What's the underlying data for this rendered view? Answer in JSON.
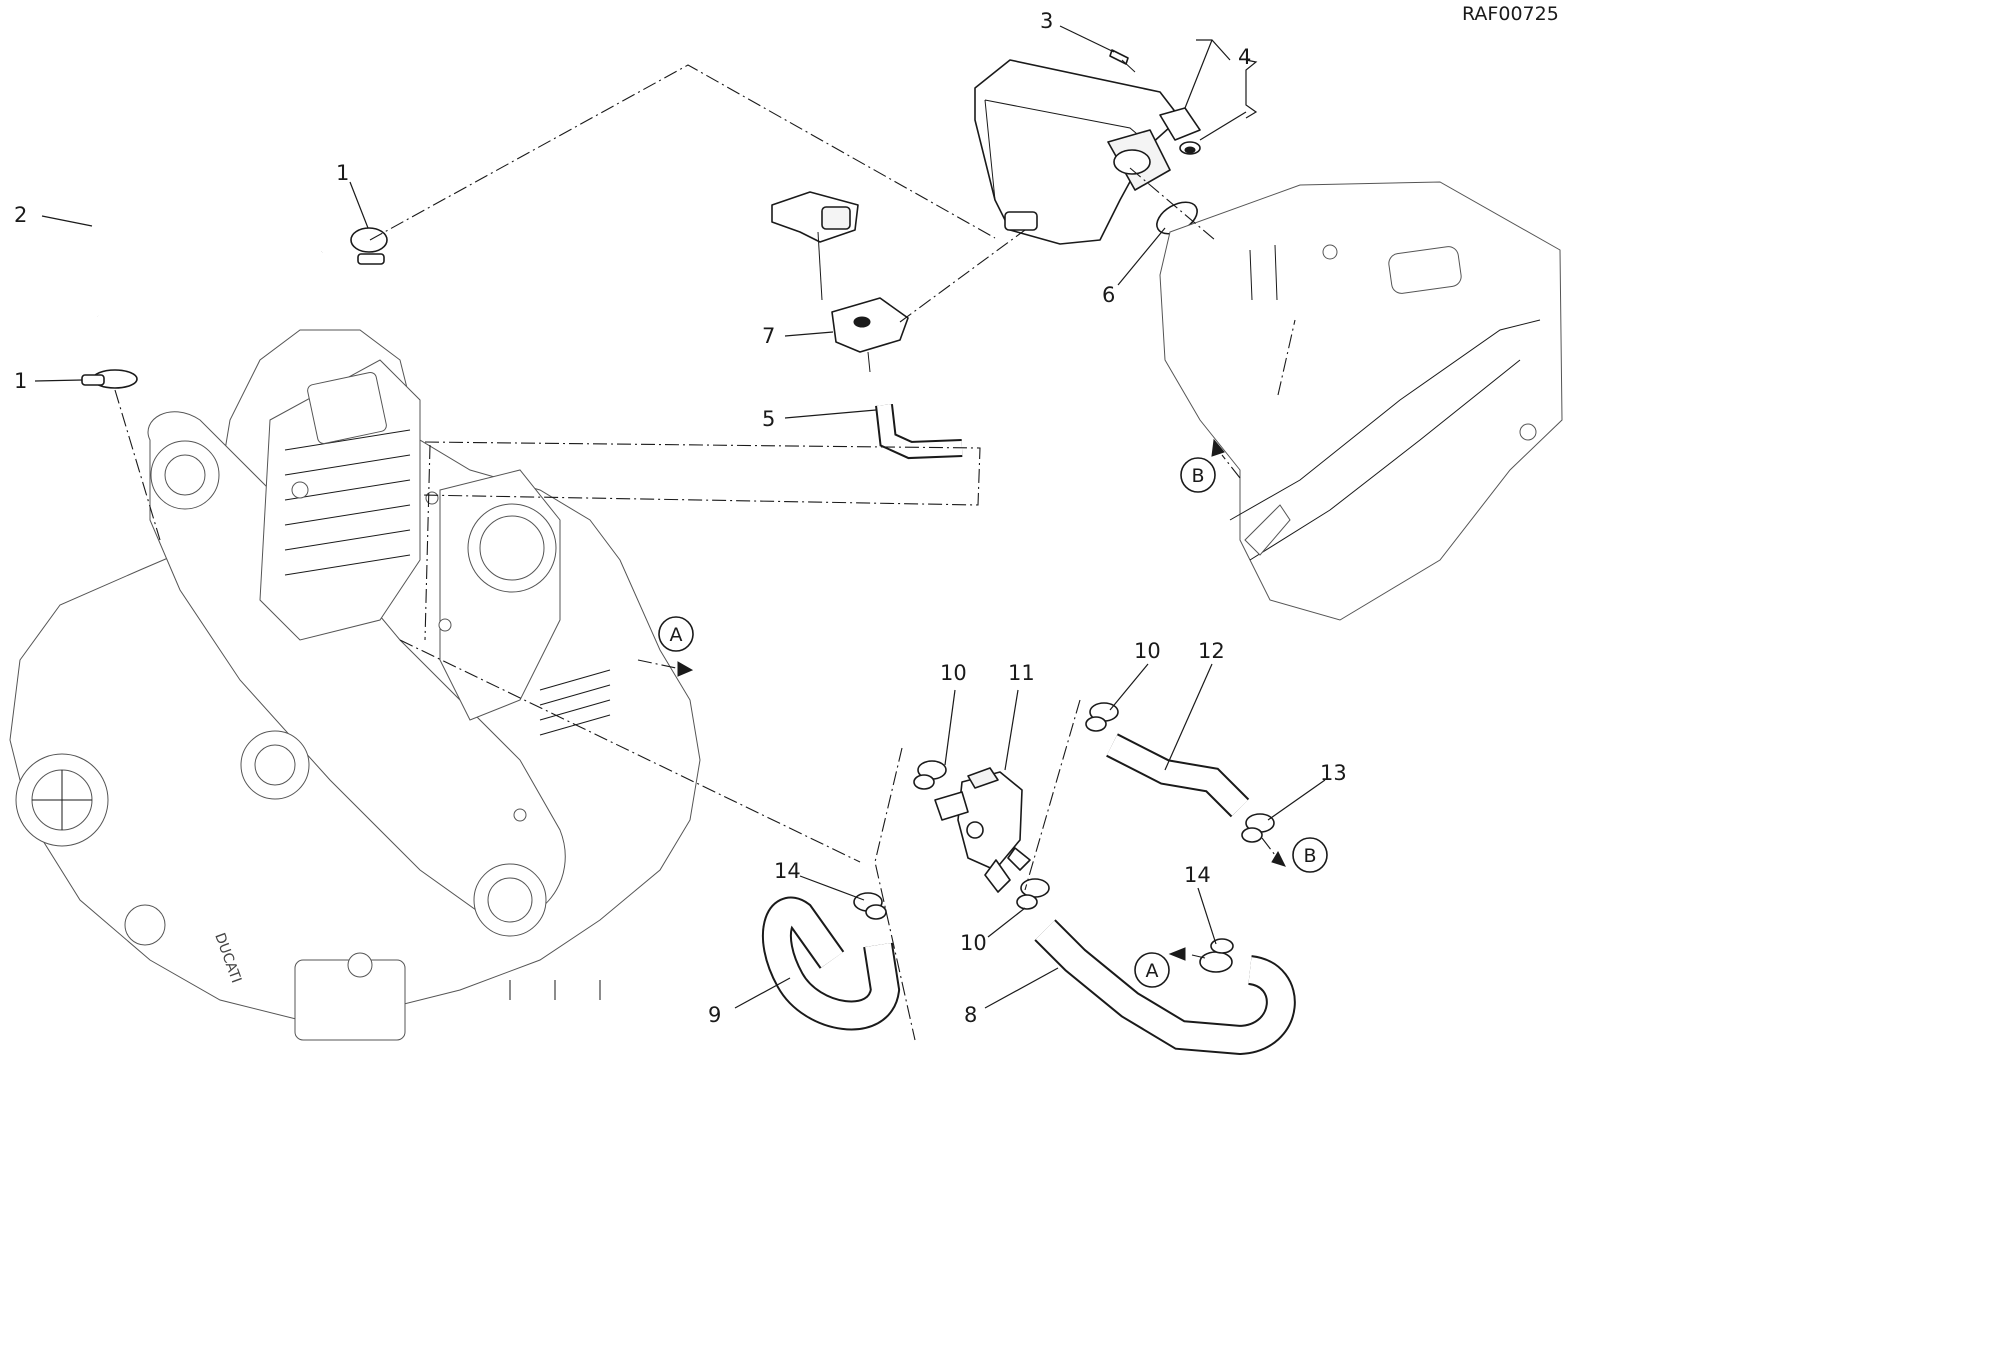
{
  "drawing_code": "RAF00725",
  "callouts": {
    "c1a": "1",
    "c1b": "1",
    "c2": "2",
    "c3": "3",
    "c4": "4",
    "c5": "5",
    "c6": "6",
    "c7": "7",
    "c8": "8",
    "c9": "9",
    "c10a": "10",
    "c10b": "10",
    "c10c": "10",
    "c11": "11",
    "c12": "12",
    "c13": "13",
    "c14a": "14",
    "c14b": "14"
  },
  "markers": {
    "a1": "A",
    "a2": "A",
    "b1": "B",
    "b2": "B"
  },
  "engine_brand": "DUCATI"
}
